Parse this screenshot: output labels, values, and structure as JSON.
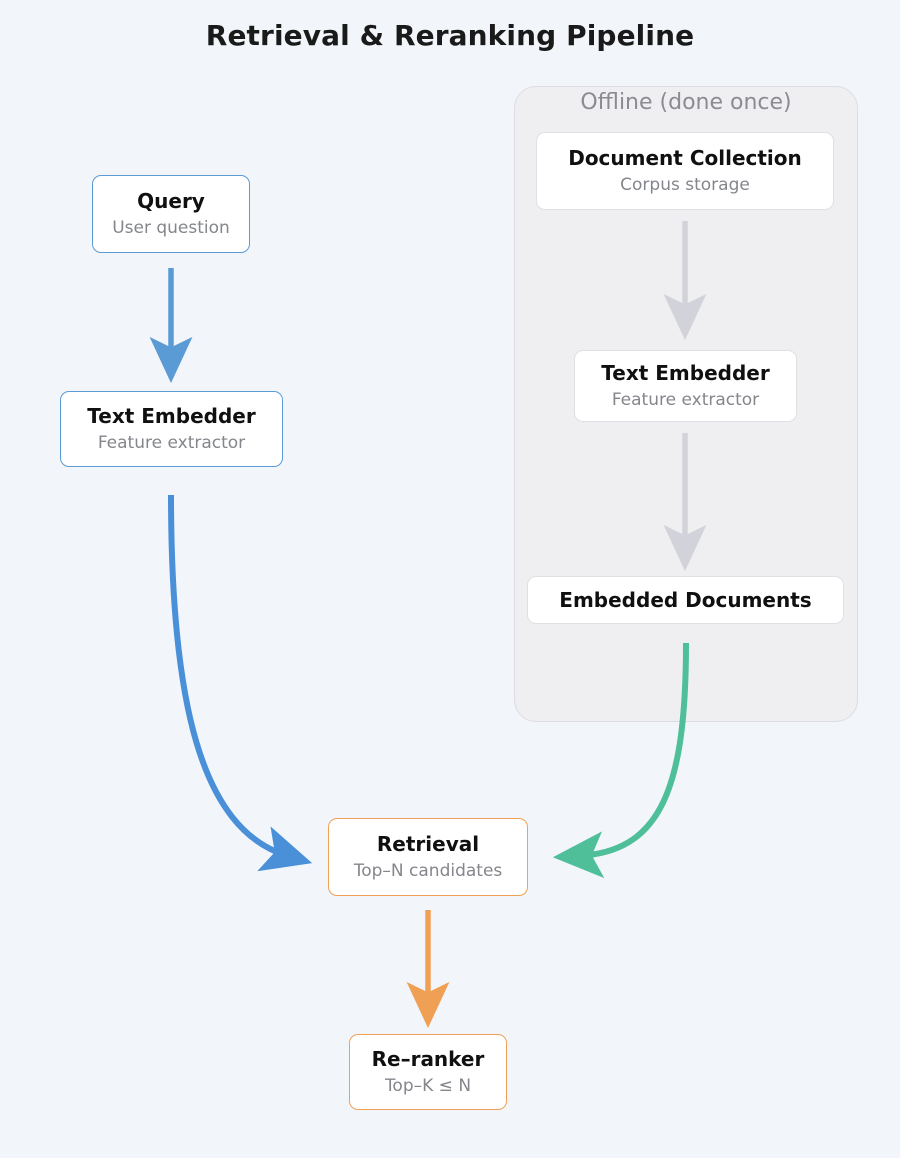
{
  "title": "Retrieval & Reranking Pipeline",
  "colors": {
    "background": "#f2f6fa",
    "online_accent": "#5b9bd5",
    "offline_accent": "#d2d2da",
    "retrieval_accent": "#f0a055",
    "embedding_flow": "#4fbf9a",
    "group_fill": "#efeff1",
    "group_border": "#dcdce2",
    "node_fill": "#ffffff",
    "title_text": "#1a1a1a",
    "subtitle_text": "#84868c"
  },
  "group": {
    "label": "Offline (done once)"
  },
  "nodes": {
    "query": {
      "title": "Query",
      "subtitle": "User question",
      "accent": "blue"
    },
    "query_embedder": {
      "title": "Text Embedder",
      "subtitle": "Feature extractor",
      "accent": "blue"
    },
    "document_collection": {
      "title": "Document Collection",
      "subtitle": "Corpus storage",
      "accent": "gray"
    },
    "document_embedder": {
      "title": "Text Embedder",
      "subtitle": "Feature extractor",
      "accent": "gray"
    },
    "embedded_documents": {
      "title": "Embedded Documents",
      "subtitle": "",
      "accent": "gray"
    },
    "retrieval": {
      "title": "Retrieval",
      "subtitle": "Top–N candidates",
      "accent": "orange"
    },
    "reranker": {
      "title": "Re–ranker",
      "subtitle": "Top–K ≤ N",
      "accent": "orange"
    }
  },
  "edges": [
    {
      "id": "query-to-embedder",
      "from": "query",
      "to": "query_embedder",
      "color": "#5b9bd5",
      "style": "straight"
    },
    {
      "id": "embedder-to-retrieval",
      "from": "query_embedder",
      "to": "retrieval",
      "color": "#4a90d9",
      "style": "curved"
    },
    {
      "id": "doccol-to-embedder",
      "from": "document_collection",
      "to": "document_embedder",
      "color": "#d2d2da",
      "style": "straight"
    },
    {
      "id": "embedder-to-embedded-docs",
      "from": "document_embedder",
      "to": "embedded_documents",
      "color": "#d2d2da",
      "style": "straight"
    },
    {
      "id": "embedded-docs-to-retrieval",
      "from": "embedded_documents",
      "to": "retrieval",
      "color": "#4fbf9a",
      "style": "curved"
    },
    {
      "id": "retrieval-to-reranker",
      "from": "retrieval",
      "to": "reranker",
      "color": "#f0a055",
      "style": "straight"
    }
  ]
}
